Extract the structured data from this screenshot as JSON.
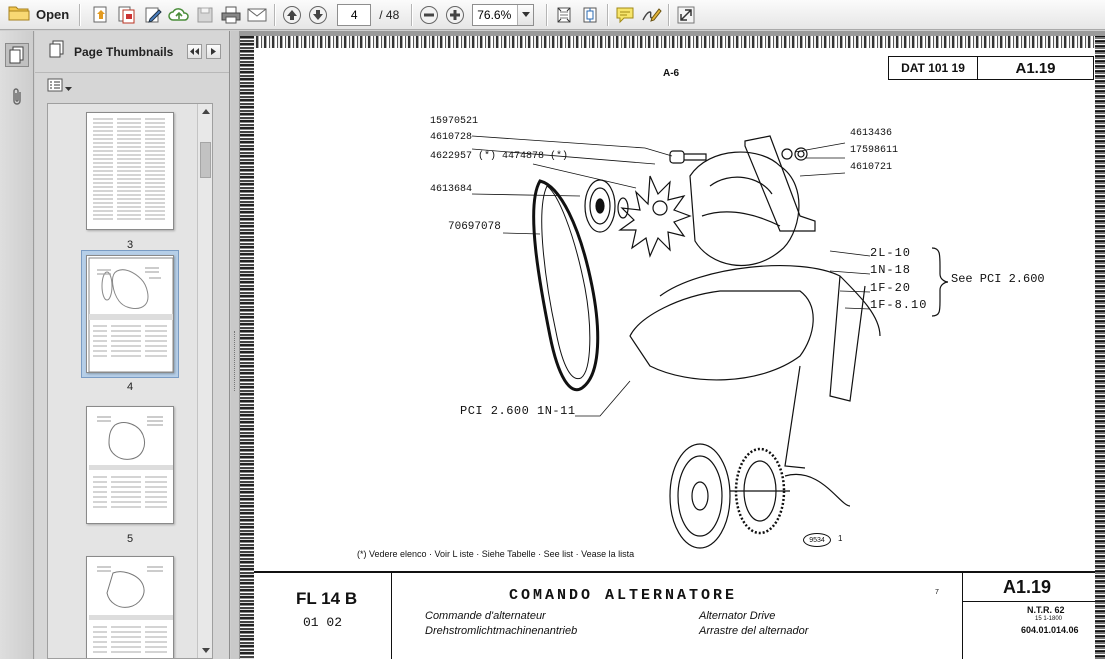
{
  "toolbar": {
    "open_label": "Open",
    "current_page": "4",
    "page_total": "/ 48",
    "zoom": "76.6%",
    "icons": [
      "create-icon",
      "combine-icon",
      "edit-icon",
      "cloud-upload-icon",
      "save-icon",
      "print-icon",
      "email-icon",
      "prev-page-icon",
      "next-page-icon",
      "zoom-out-icon",
      "zoom-in-icon",
      "fit-page-icon",
      "full-page-icon",
      "comment-icon",
      "sign-icon",
      "expand-icon"
    ]
  },
  "sidebar": {
    "title": "Page Thumbnails",
    "thumbnails": [
      {
        "label": "3"
      },
      {
        "label": "4"
      },
      {
        "label": "5"
      },
      {
        "label": ""
      }
    ]
  },
  "document": {
    "header_center": "A-6",
    "header_ref": "DAT 101 19",
    "header_code": "A1.19",
    "callouts_left": [
      "15970521",
      "4610728",
      "4622957 (*) 4474878 (*)",
      "4613684",
      "70697078"
    ],
    "callouts_right": [
      "4613436",
      "17598611",
      "4610721"
    ],
    "see_items": [
      "2L-10",
      "1N-18",
      "1F-20",
      "1F-8.10"
    ],
    "see_label": "See PCI 2.600",
    "pci_label": "PCI 2.600 1N-11",
    "figure_no": "9534",
    "figure_suffix": "1",
    "footnote": "(*) Vedere elenco · Voir L iste · Siehe Tabelle · See list · Vease la lista",
    "model": "FL 14 B",
    "model_sub": "01   02",
    "title_main": "COMANDO ALTERNATORE",
    "title_fr": "Commande d'alternateur",
    "title_de": "Drehstromlichtmachinenantrieb",
    "title_en": "Alternator Drive",
    "title_es": "Arrastre del alternador",
    "small_mark": "7",
    "code_box": "A1.19",
    "ntr": "N.T.R. 62",
    "ntr_date": "15 1-1800",
    "part_code": "604.01.014.06"
  }
}
